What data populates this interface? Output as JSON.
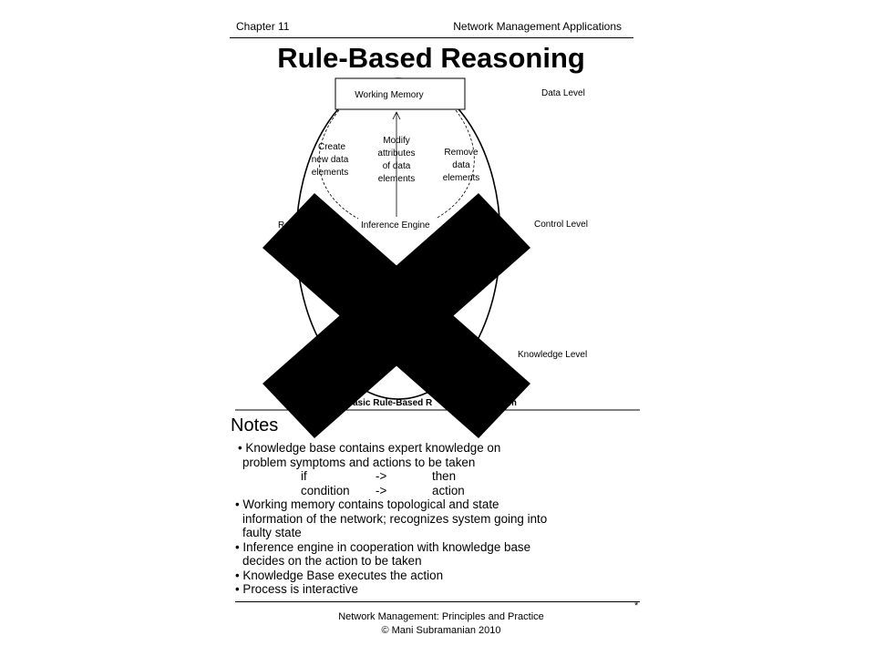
{
  "header": {
    "chapter": "Chapter 11",
    "topic": "Network Management Applications"
  },
  "title": "Rule-Based Reasoning",
  "diagram": {
    "working_memory": "Working Memory",
    "data_level": "Data Level",
    "control_level": "Control Level",
    "knowledge_level": "Knowledge Level",
    "inference_engine": "Inference Engine",
    "create": [
      "Create",
      "new data",
      "elements"
    ],
    "modify": [
      "Modify",
      "attributes",
      "of data",
      "elements"
    ],
    "remove": [
      "Remove",
      "data",
      "elements"
    ],
    "left_label_fragment": "Re",
    "caption_fragment": "asic Rule-Based R",
    "caption_fragment_end": "m"
  },
  "notes": {
    "heading": "Notes",
    "lines": [
      "• Knowledge base contains expert knowledge on",
      "problem symptoms and actions to be taken"
    ],
    "ifthen": [
      {
        "a": "if",
        "b": "->",
        "c": "then"
      },
      {
        "a": "condition",
        "b": "->",
        "c": "action"
      }
    ],
    "lines2": [
      "• Working memory contains topological and state",
      "information of the network; recognizes system going into",
      "faulty state",
      "• Inference engine in cooperation with knowledge base",
      "decides on the action to be taken",
      "• Knowledge Base executes the action",
      "• Process is interactive"
    ]
  },
  "footer": {
    "line1": "Network Management: Principles and Practice",
    "line2": "© Mani Subramanian 2010",
    "asterisk": "*"
  },
  "colors": {
    "text": "#000000",
    "background": "#ffffff",
    "cross": "#000000"
  }
}
